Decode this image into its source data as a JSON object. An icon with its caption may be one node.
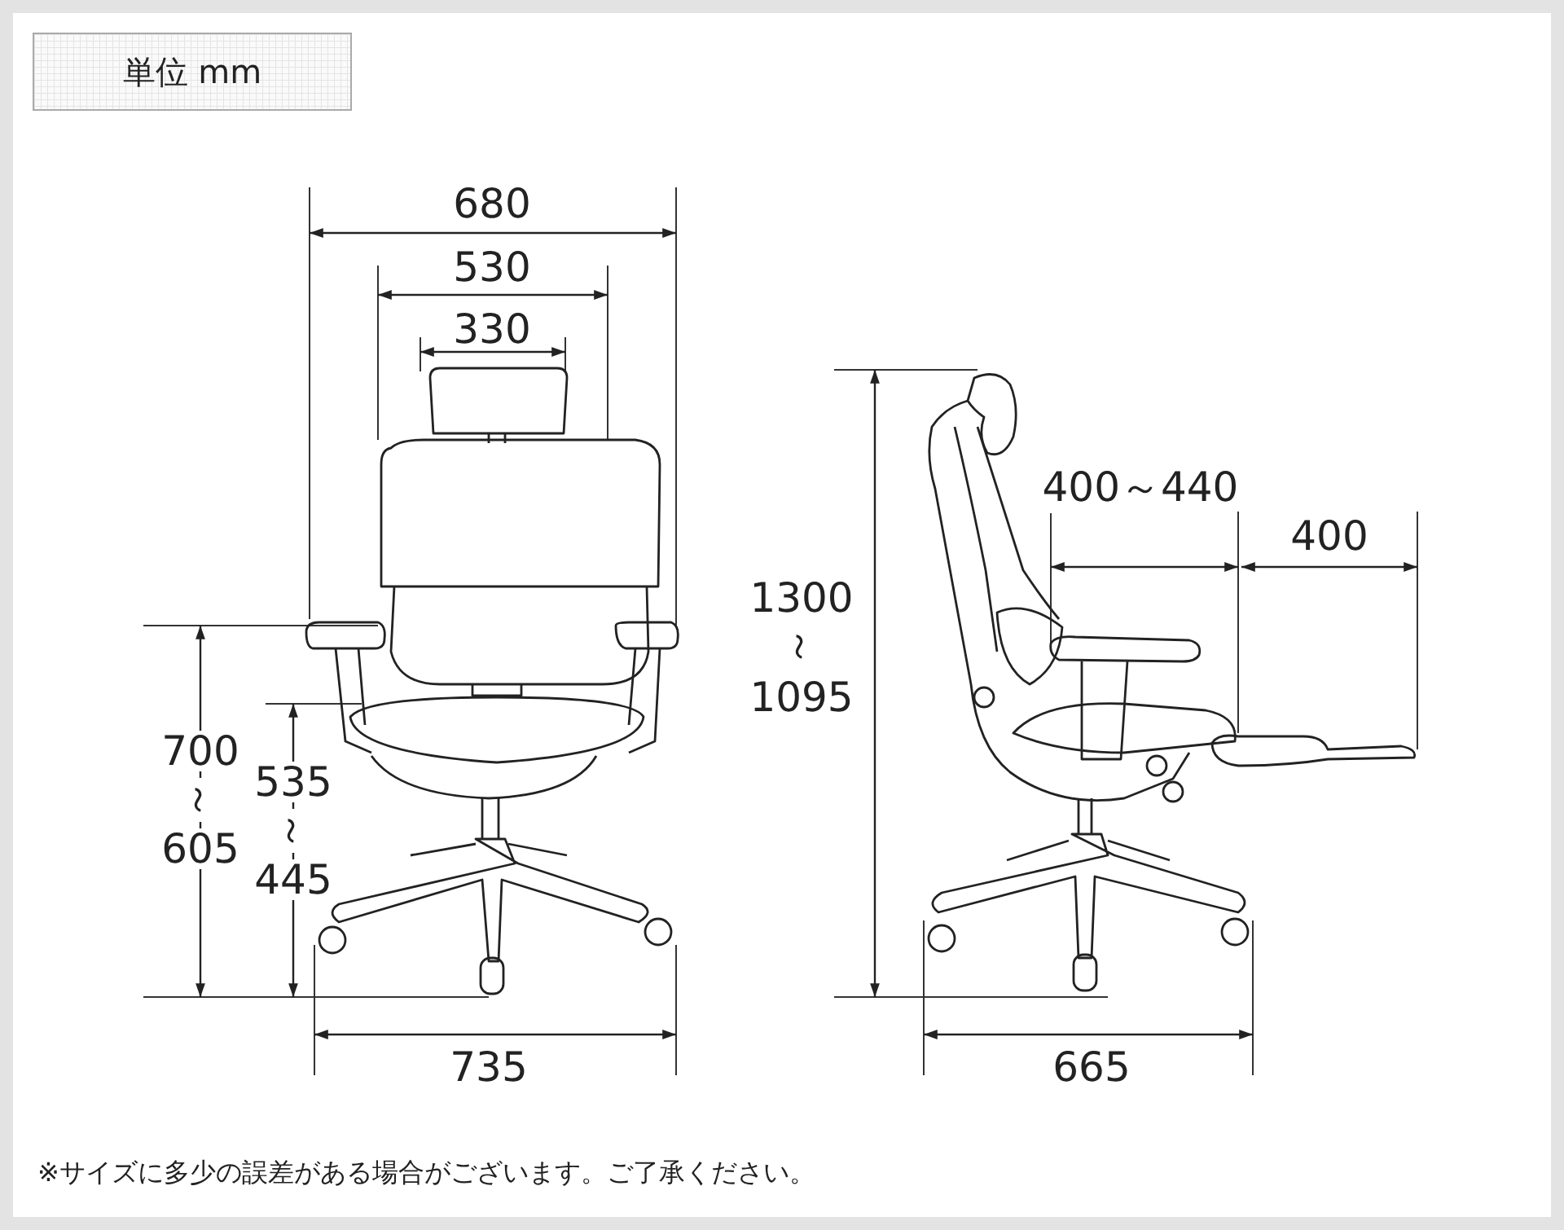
{
  "diagram": {
    "nodes": [
      {
        "text": [
          "単位 mm"
        ]
      }
    ],
    "labels": [
      "680",
      "530",
      "330",
      "400～440",
      "400",
      "1300",
      "～",
      "1095",
      "700",
      "～",
      "605",
      "535",
      "～",
      "445",
      "735",
      "665",
      "※サイズに多少の誤差がある場合がございます。ご了承ください。"
    ]
  }
}
